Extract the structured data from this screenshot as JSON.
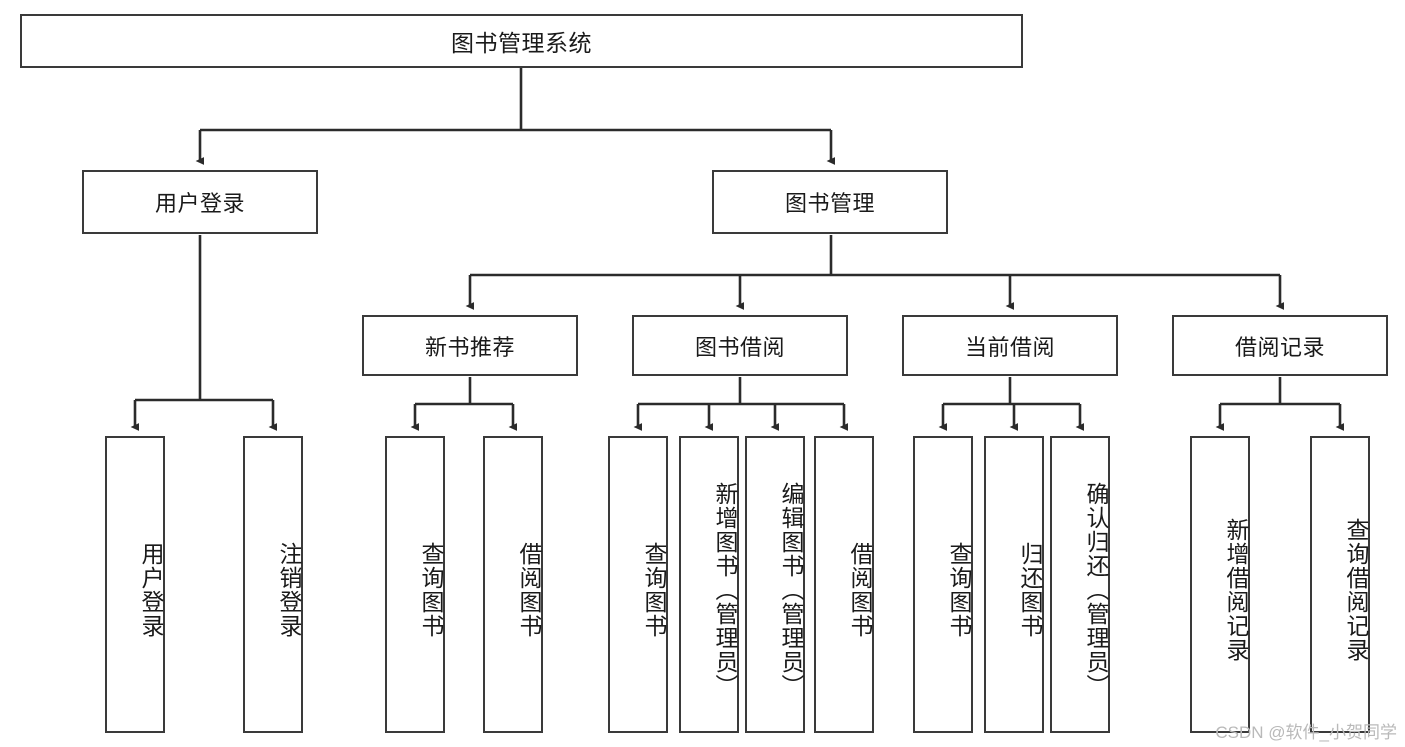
{
  "diagram": {
    "title": "图书管理系统",
    "type": "tree-hierarchy-diagram",
    "root": {
      "label": "图书管理系统"
    },
    "level1": [
      {
        "label": "用户登录"
      },
      {
        "label": "图书管理"
      }
    ],
    "level2": [
      {
        "label": "新书推荐"
      },
      {
        "label": "图书借阅"
      },
      {
        "label": "当前借阅"
      },
      {
        "label": "借阅记录"
      }
    ],
    "leaves": [
      {
        "label": "用户登录"
      },
      {
        "label": "注销登录"
      },
      {
        "label": "查询图书"
      },
      {
        "label": "借阅图书"
      },
      {
        "label": "查询图书"
      },
      {
        "label": "新增图书（管理员）"
      },
      {
        "label": "编辑图书（管理员）"
      },
      {
        "label": "借阅图书"
      },
      {
        "label": "查询图书"
      },
      {
        "label": "归还图书"
      },
      {
        "label": "确认归还（管理员）"
      },
      {
        "label": "新增借阅记录"
      },
      {
        "label": "查询借阅记录"
      }
    ]
  },
  "watermark": {
    "text": "CSDN @软件_小贺同学"
  },
  "colors": {
    "border": "#3a3a3a",
    "background": "#ffffff",
    "text": "#1a1a1a",
    "watermark": "#b9b9b9"
  }
}
